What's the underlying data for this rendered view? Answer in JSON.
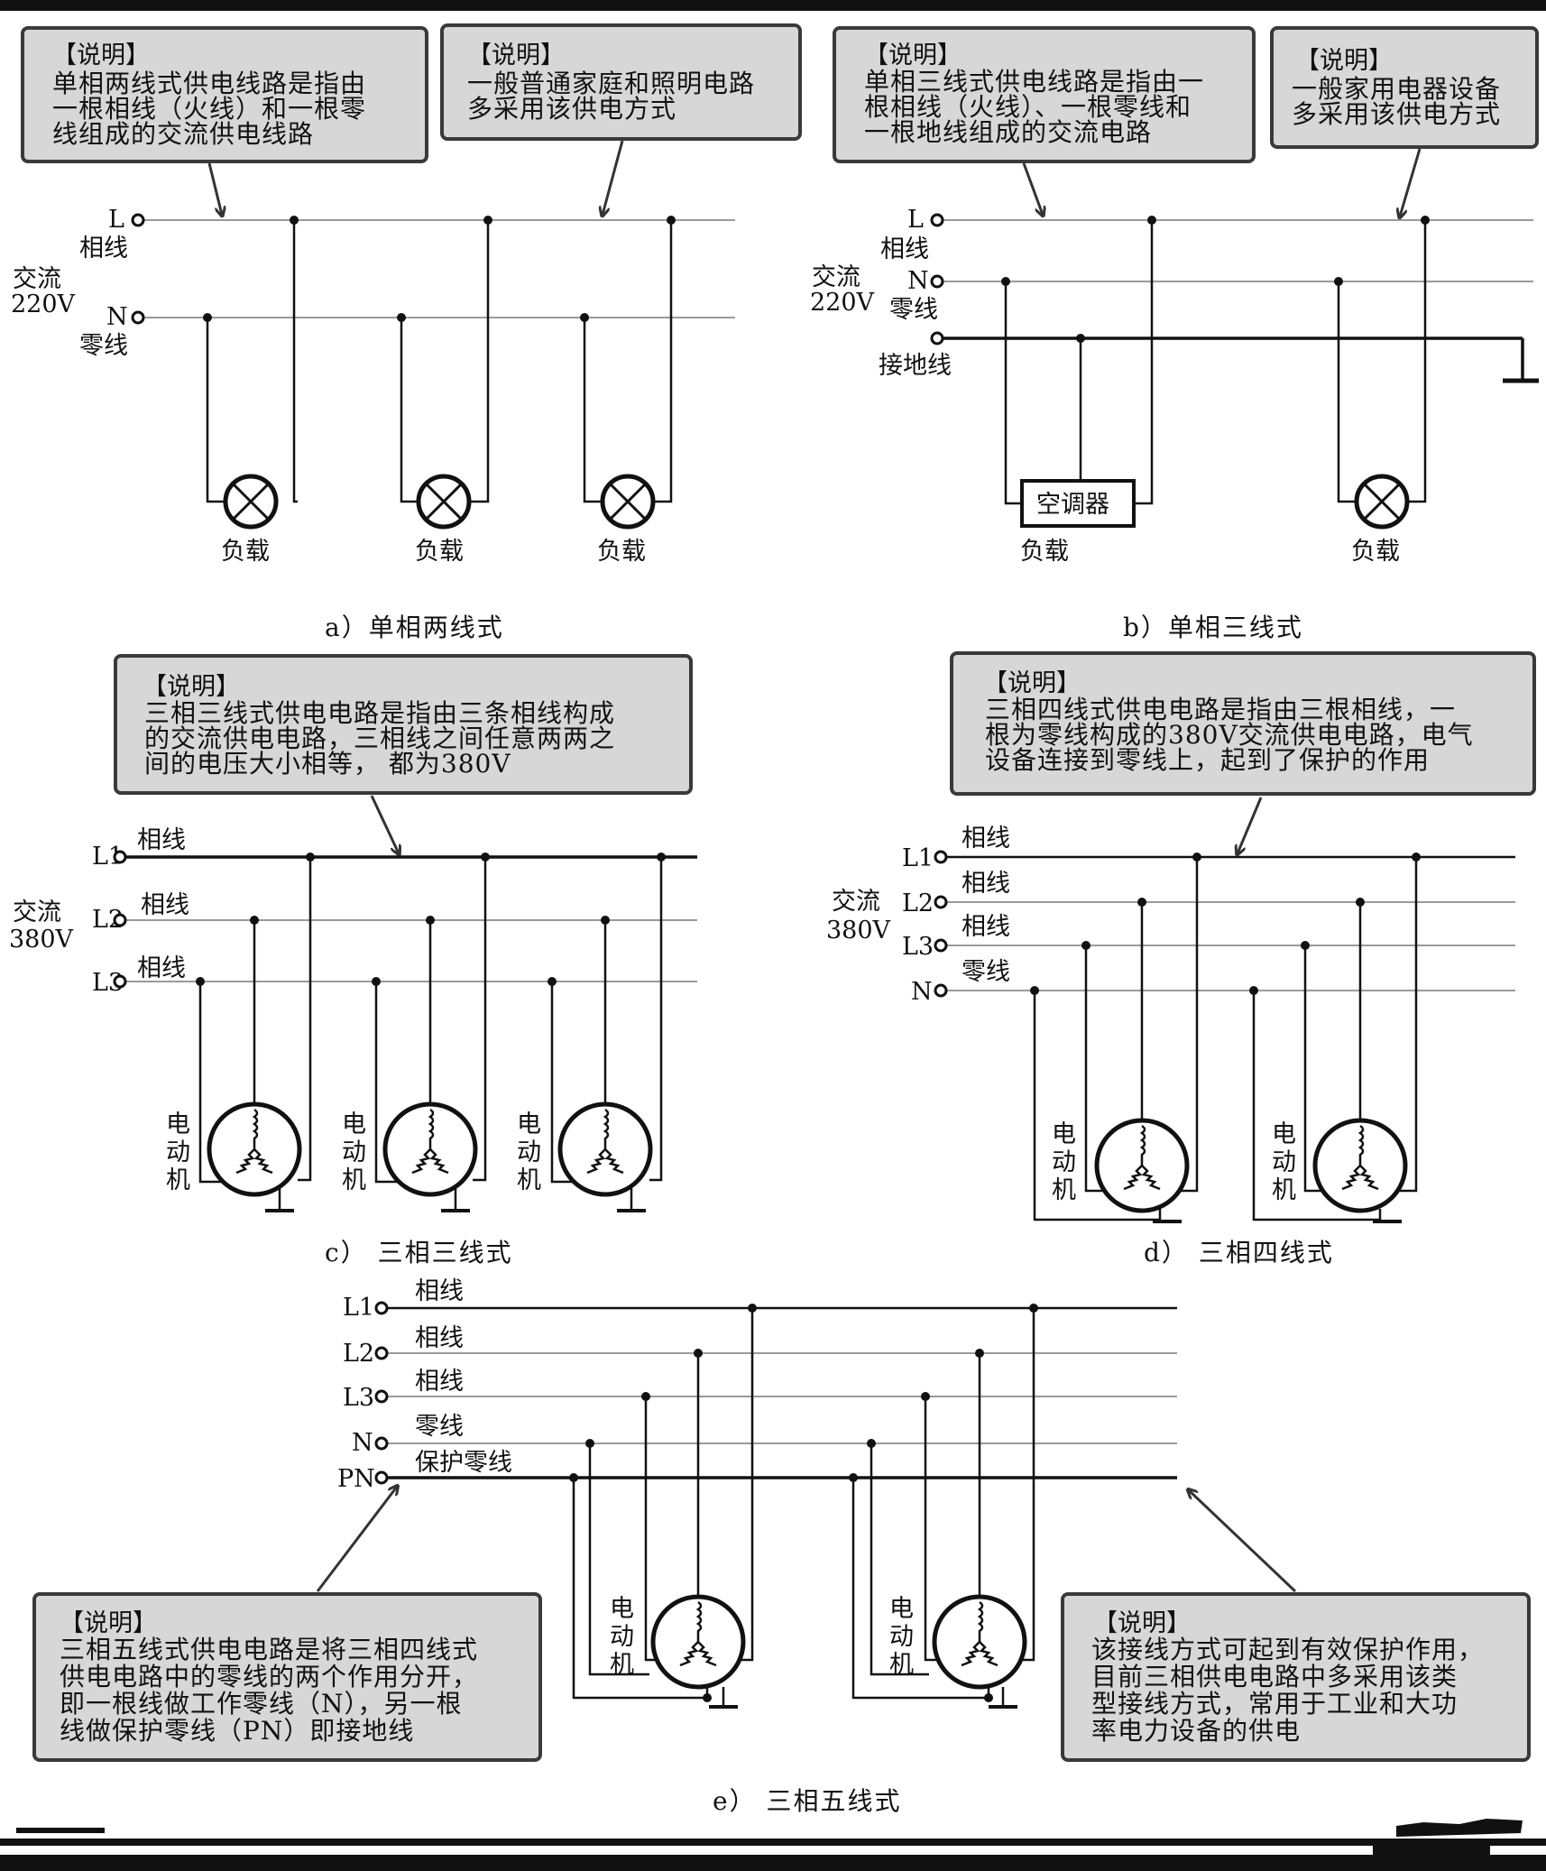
{
  "panels": {
    "a": {
      "caption": "a）单相两线式",
      "note1": {
        "title": "【说明】",
        "lines": [
          "单相两线式供电线路是指由",
          "一根相线（火线）和一根零",
          "线组成的交流供电线路"
        ]
      },
      "note2": {
        "title": "【说明】",
        "lines": [
          "一般普通家庭和照明电路",
          "多采用该供电方式"
        ]
      },
      "term_L": "L",
      "term_L_name": "相线",
      "term_N": "N",
      "term_N_name": "零线",
      "supply": [
        "交流",
        "220V"
      ],
      "load_label": "负载"
    },
    "b": {
      "caption": "b）单相三线式",
      "note1": {
        "title": "【说明】",
        "lines": [
          "单相三线式供电线路是指由一",
          "根相线（火线）、一根零线和",
          "一根地线组成的交流电路"
        ]
      },
      "note2": {
        "title": "【说明】",
        "lines": [
          "一般家用电器设备",
          "多采用该供电方式"
        ]
      },
      "term_L": "L",
      "term_L_name": "相线",
      "term_N": "N",
      "term_N_name": "零线",
      "ground_name": "接地线",
      "supply": [
        "交流",
        "220V"
      ],
      "ac_label": "空调器",
      "load_label": "负载"
    },
    "c": {
      "caption": "c） 三相三线式",
      "note": {
        "title": "【说明】",
        "lines": [
          "三相三线式供电电路是指由三条相线构成",
          "的交流供电电路，三相线之间任意两两之",
          "间的电压大小相等， 都为380V"
        ]
      },
      "terms": [
        "L1",
        "L2",
        "L3"
      ],
      "phase_name": "相线",
      "supply": [
        "交流",
        "380V"
      ],
      "motor_label": [
        "电",
        "动",
        "机"
      ]
    },
    "d": {
      "caption": "d） 三相四线式",
      "note": {
        "title": "【说明】",
        "lines": [
          "三相四线式供电电路是指由三根相线，一",
          "根为零线构成的380V交流供电电路，电气",
          "设备连接到零线上，起到了保护的作用"
        ]
      },
      "terms": [
        "L1",
        "L2",
        "L3",
        "N"
      ],
      "wire_names": [
        "相线",
        "相线",
        "相线",
        "零线"
      ],
      "supply": [
        "交流",
        "380V"
      ],
      "motor_label": [
        "电",
        "动",
        "机"
      ]
    },
    "e": {
      "caption": "e） 三相五线式",
      "note1": {
        "title": "【说明】",
        "lines": [
          "三相五线式供电电路是将三相四线式",
          "供电电路中的零线的两个作用分开，",
          "即一根线做工作零线（N），另一根",
          "线做保护零线（PN）即接地线"
        ]
      },
      "note2": {
        "title": "【说明】",
        "lines": [
          "该接线方式可起到有效保护作用，",
          "目前三相供电电路中多采用该类",
          "型接线方式，常用于工业和大功",
          "率电力设备的供电"
        ]
      },
      "terms": [
        "L1",
        "L2",
        "L3",
        "N",
        "PN"
      ],
      "wire_names": [
        "相线",
        "相线",
        "相线",
        "零线",
        "保护零线"
      ],
      "motor_label": [
        "电",
        "动",
        "机"
      ]
    }
  }
}
